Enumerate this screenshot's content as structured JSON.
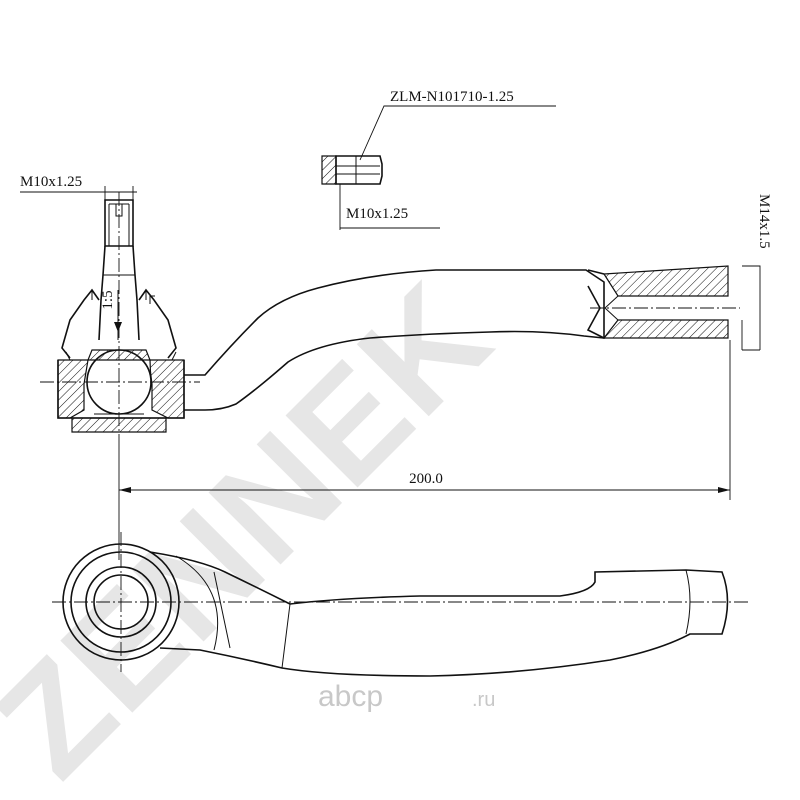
{
  "labels": {
    "nut_part_number": "ZLM-N101710-1.25",
    "nut_thread": "M10x1.25",
    "stud_thread": "M10x1.25",
    "inner_thread": "M14x1.5",
    "taper_ratio": "1:5",
    "overall_length": "200.0"
  },
  "watermark": {
    "brand": "ZENNEK",
    "site_name": "abcp",
    "site_tld": ".ru"
  },
  "colors": {
    "line": "#111111",
    "watermark": "#e6e6e6",
    "site_mark": "#c8c8c8"
  }
}
